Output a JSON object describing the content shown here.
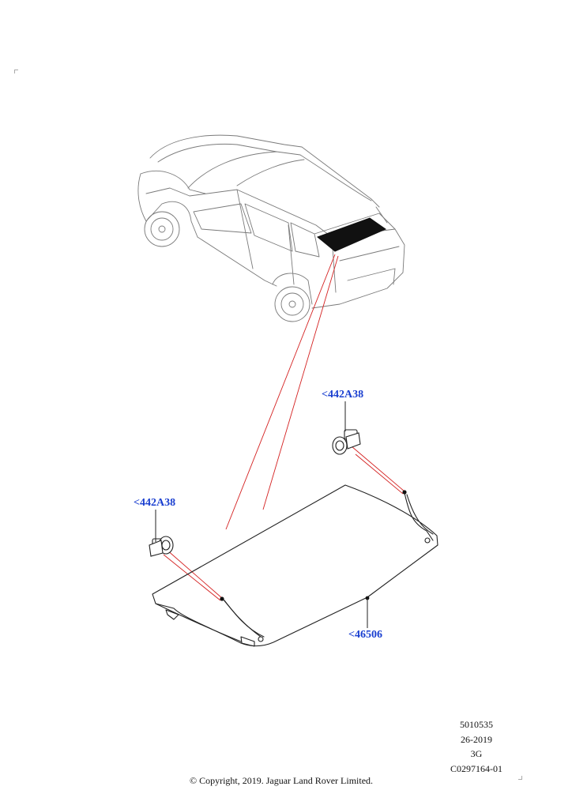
{
  "callouts": {
    "clip_upper": "<442A38",
    "clip_lower": "<442A38",
    "load_cover": "<46506"
  },
  "info": {
    "line1": "5010535",
    "line2": "26-2019",
    "line3": "3G",
    "line4": "C0297164-01"
  },
  "copyright": "© Copyright, 2019. Jaguar Land Rover Limited.",
  "colors": {
    "callout": "#1a3fd0",
    "leader": "#d42020",
    "outline": "#222222"
  }
}
